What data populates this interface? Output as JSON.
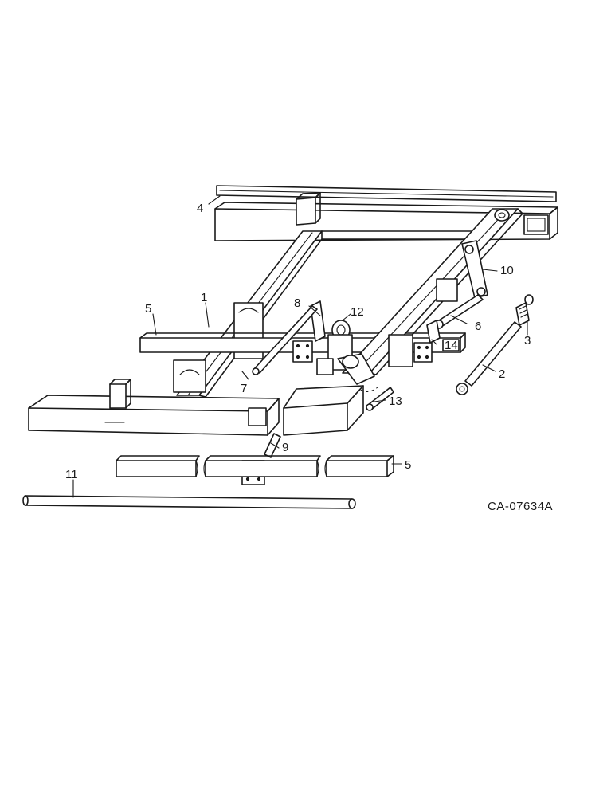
{
  "diagram": {
    "drawing_code": "CA-07634A",
    "callouts": {
      "c1": "1",
      "c2": "2",
      "c3": "3",
      "c4": "4",
      "c5a": "5",
      "c5b": "5",
      "c6": "6",
      "c7": "7",
      "c8": "8",
      "c9": "9",
      "c10": "10",
      "c11": "11",
      "c12": "12",
      "c13": "13",
      "c14": "14"
    }
  }
}
